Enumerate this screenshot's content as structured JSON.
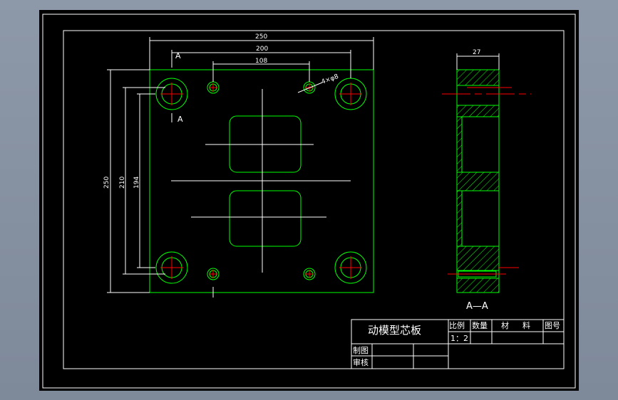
{
  "drawing": {
    "title": "动模型芯板",
    "section_label": "A—A",
    "section_mark_top": "A",
    "section_mark_bottom": "A",
    "dimensions": {
      "overall_width": "250",
      "hole_span_x": "200",
      "small_hole_span_x": "108",
      "overall_height": "250",
      "hole_span_y": "210",
      "small_hole_span_y": "194",
      "thickness": "27",
      "hole_callout": "4×φ8"
    }
  },
  "title_block": {
    "scale_label": "比例",
    "scale_value": "1：2",
    "quantity_label": "数量",
    "material_label_1": "材",
    "material_label_2": "料",
    "drawing_no_label": "图号",
    "drawn_by_label": "制图",
    "checked_by_label": "审核"
  },
  "colors": {
    "outline": "#00ff00",
    "centerline": "#ff0000",
    "text": "#ffffff",
    "background": "#000000",
    "border": "#ffffff"
  }
}
